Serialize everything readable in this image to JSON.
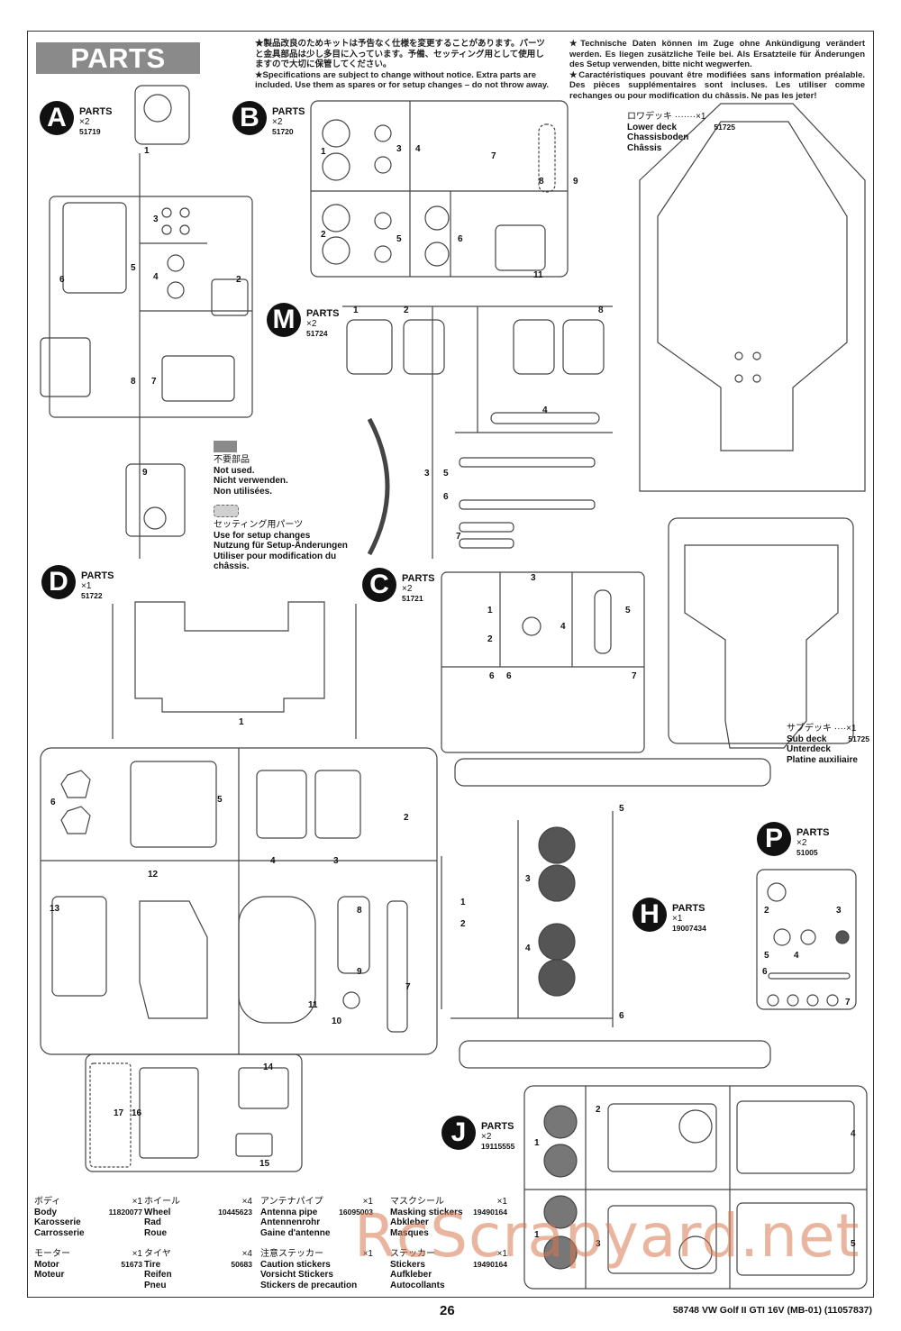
{
  "page": {
    "title": "PARTS",
    "page_number": "26",
    "model": "58748  VW Golf II GTI 16V (MB-01) (11057837)",
    "watermark": "RcScrapyard.net"
  },
  "notes": {
    "jp": "★製品改良のためキットは予告なく仕様を変更することがあります。パーツと金具部品は少し多目に入っています。予備、セッティング用として使用しますので大切に保管してください。",
    "en": "★Specifications are subject to change without notice. Extra parts are included. Use them as spares or for setup changes – do not throw away.",
    "de": "★Technische Daten können im Zuge ohne Ankündigung verändert werden. Es liegen zusätzliche Teile bei. Als Ersatzteile für Änderungen des Setup verwenden, bitte nicht wegwerfen.",
    "fr": "★Caractéristiques pouvant être modifiées sans information préalable. Des pièces supplémentaires sont incluses. Les utiliser comme rechanges ou pour modification du châssis. Ne pas les jeter!"
  },
  "sprues": [
    {
      "letter": "A",
      "label": "PARTS",
      "qty": "×2",
      "code": "51719"
    },
    {
      "letter": "B",
      "label": "PARTS",
      "qty": "×2",
      "code": "51720"
    },
    {
      "letter": "M",
      "label": "PARTS",
      "qty": "×2",
      "code": "51724"
    },
    {
      "letter": "D",
      "label": "PARTS",
      "qty": "×1",
      "code": "51722"
    },
    {
      "letter": "C",
      "label": "PARTS",
      "qty": "×2",
      "code": "51721"
    },
    {
      "letter": "P",
      "label": "PARTS",
      "qty": "×2",
      "code": "51005"
    },
    {
      "letter": "H",
      "label": "PARTS",
      "qty": "×1",
      "code": "19007434"
    },
    {
      "letter": "J",
      "label": "PARTS",
      "qty": "×2",
      "code": "19115555"
    }
  ],
  "decks": {
    "lower": {
      "jp": "ロワデッキ ·······×1",
      "en": "Lower deck",
      "code": "51725",
      "de": "Chassisboden",
      "fr": "Châssis"
    },
    "sub": {
      "jp": "サブデッキ ····×1",
      "en": "Sub deck",
      "code": "51725",
      "de": "Unterdeck",
      "fr": "Platine auxiliaire"
    }
  },
  "legend": {
    "not_used": {
      "jp": "不要部品",
      "en": "Not used.",
      "de": "Nicht verwenden.",
      "fr": "Non utilisées."
    },
    "setup": {
      "jp": "セッティング用パーツ",
      "en": "Use for setup changes",
      "de": "Nutzung für Setup-Änderungen",
      "fr": "Utiliser pour modification du châssis."
    }
  },
  "accessories": [
    {
      "jp": "ボディ",
      "qty": "×1",
      "en": "Body",
      "code": "11820077",
      "lines": [
        "Karosserie",
        "Carrosserie"
      ]
    },
    {
      "jp": "ホイール",
      "qty": "×4",
      "en": "Wheel",
      "code": "10445623",
      "lines": [
        "Rad",
        "Roue"
      ]
    },
    {
      "jp": "アンテナパイプ",
      "qty": "×1",
      "en": "Antenna pipe",
      "code": "16095003",
      "lines": [
        "Antennenrohr",
        "Gaine d'antenne"
      ]
    },
    {
      "jp": "マスクシール",
      "qty": "×1",
      "en": "Masking stickers",
      "code": "19490164",
      "lines": [
        "Abkleber",
        "Masques"
      ]
    },
    {
      "jp": "モーター",
      "qty": "×1",
      "en": "Motor",
      "code": "51673",
      "lines": [
        "Moteur"
      ]
    },
    {
      "jp": "タイヤ",
      "qty": "×4",
      "en": "Tire",
      "code": "50683",
      "lines": [
        "Reifen",
        "Pneu"
      ]
    },
    {
      "jp": "注意ステッカー",
      "qty": "×1",
      "en": "Caution stickers",
      "code": "",
      "lines": [
        "Vorsicht Stickers",
        "Stickers de precaution"
      ]
    },
    {
      "jp": "ステッカー",
      "qty": "×1",
      "en": "Stickers",
      "code": "19490164",
      "lines": [
        "Aufkleber",
        "Autocollants"
      ]
    }
  ],
  "part_numbers": {
    "A": [
      "1",
      "2",
      "3",
      "4",
      "5",
      "6",
      "7",
      "8",
      "9"
    ],
    "B": [
      "1",
      "2",
      "3",
      "4",
      "5",
      "6",
      "7",
      "8",
      "9",
      "11"
    ],
    "M": [
      "1",
      "2",
      "3",
      "4",
      "5",
      "6",
      "7",
      "8"
    ],
    "C": [
      "1",
      "2",
      "3",
      "4",
      "5",
      "6",
      "6",
      "7"
    ],
    "D": [
      "1",
      "2",
      "3",
      "4",
      "5",
      "6",
      "7",
      "8",
      "9",
      "10",
      "11",
      "12",
      "13",
      "14",
      "15",
      "16",
      "17"
    ],
    "H": [
      "1",
      "2",
      "3",
      "4",
      "5",
      "6"
    ],
    "P": [
      "2",
      "3",
      "4",
      "5",
      "6",
      "7"
    ],
    "J": [
      "1",
      "1",
      "2",
      "3",
      "4",
      "5"
    ]
  }
}
